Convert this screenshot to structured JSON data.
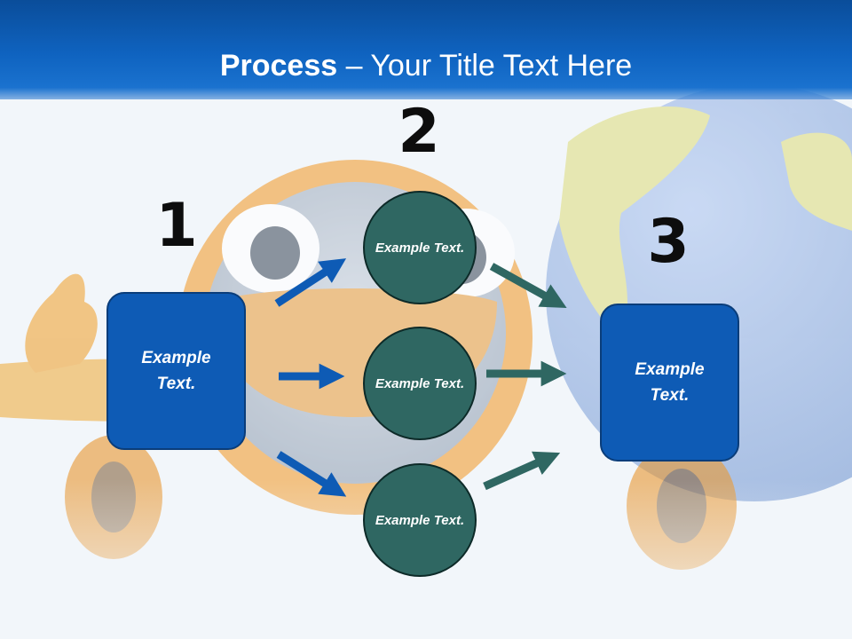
{
  "slide": {
    "title_bold": "Process",
    "title_rest": " – Your Title Text Here"
  },
  "steps": {
    "step1_number": "1",
    "step2_number": "2",
    "step3_number": "3"
  },
  "boxes": {
    "left_text": "Example Text.",
    "right_text": "Example Text."
  },
  "circles": {
    "top_text": "Example Text.",
    "middle_text": "Example Text.",
    "bottom_text": "Example Text."
  },
  "colors": {
    "header_blue": "#0f63c0",
    "box_blue": "#0e5bb5",
    "circle_teal": "#2f6762",
    "arrow_blue": "#0e5bb5",
    "arrow_teal": "#2f6762"
  }
}
